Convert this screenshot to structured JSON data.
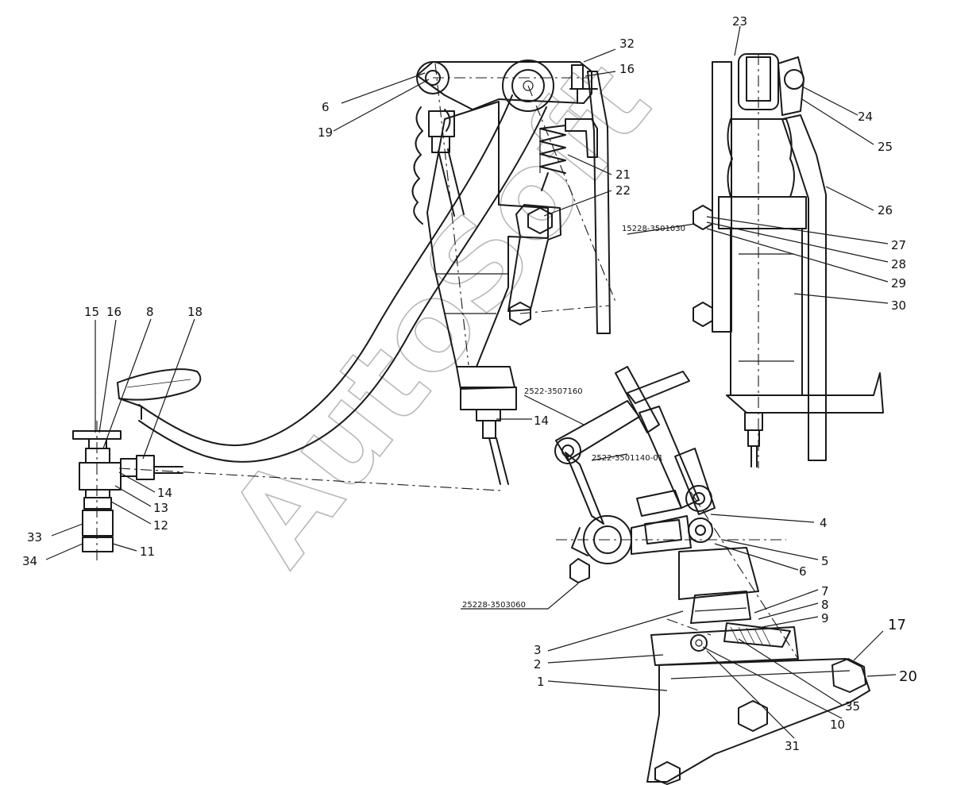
{
  "watermark": "AutoSoft",
  "callouts": [
    "32",
    "16",
    "23",
    "6",
    "19",
    "24",
    "25",
    "21",
    "22",
    "26",
    "15228-3501030",
    "27",
    "28",
    "29",
    "30",
    "15",
    "16",
    "8",
    "18",
    "2522-3507160",
    "14",
    "2522-3501140-01",
    "14",
    "13",
    "12",
    "33",
    "11",
    "34",
    "4",
    "5",
    "6",
    "25228-3503060",
    "7",
    "8",
    "9",
    "17",
    "3",
    "2",
    "1",
    "20",
    "35",
    "10",
    "31"
  ]
}
